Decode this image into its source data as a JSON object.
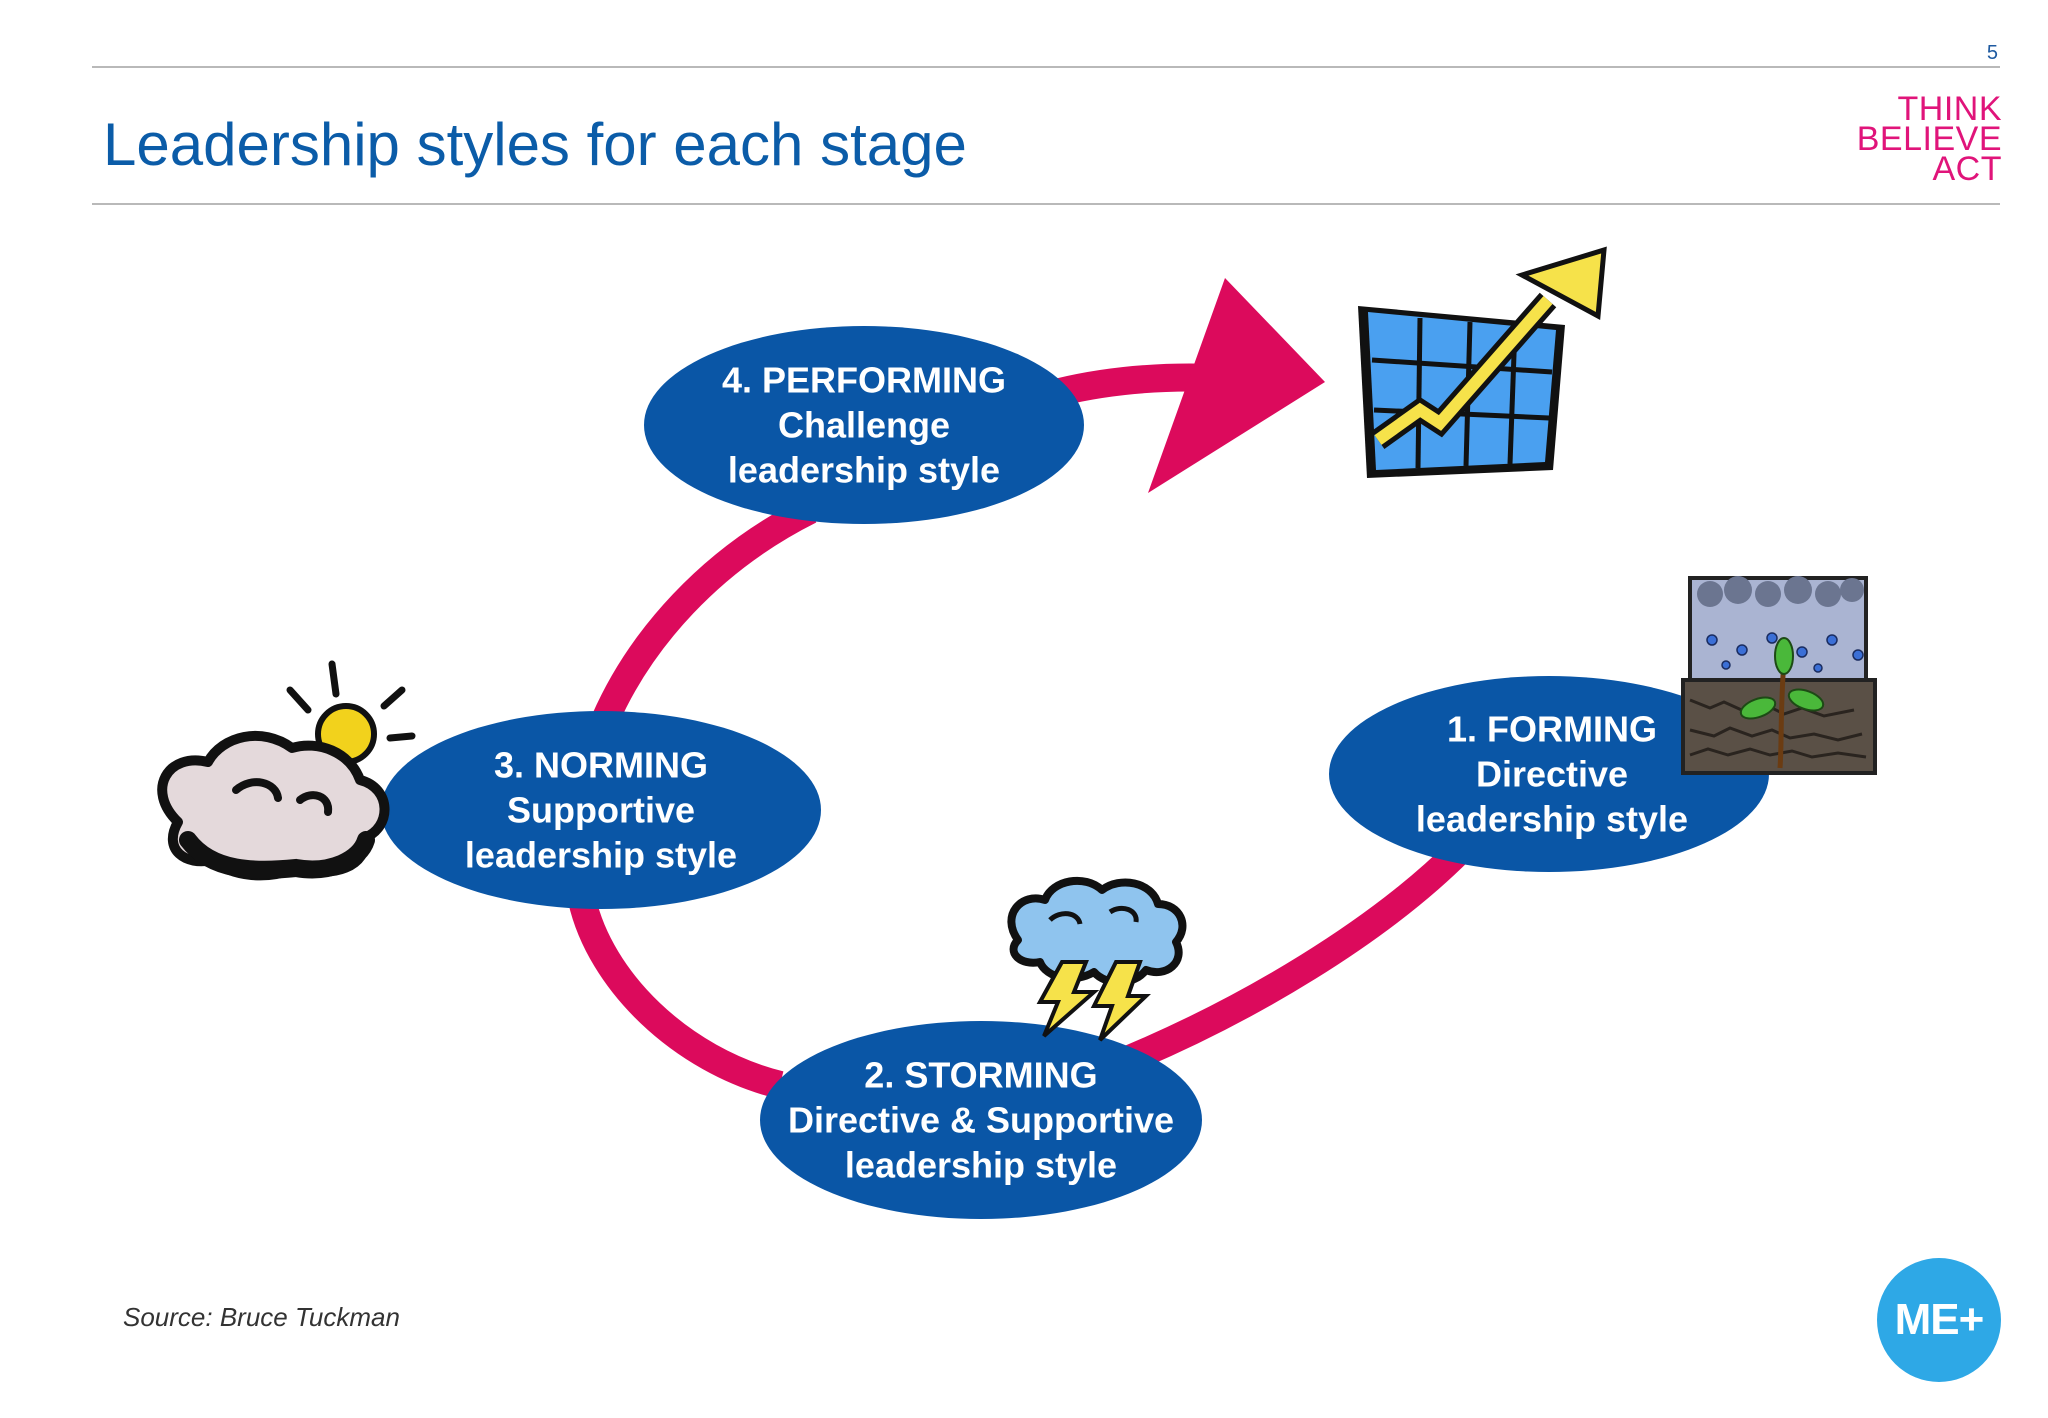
{
  "slide": {
    "page_number": "5",
    "title": "Leadership styles for each stage",
    "brand_lines": [
      "THINK",
      "BELIEVE",
      "ACT"
    ],
    "source": "Source: Bruce Tuckman",
    "logo_text": "ME+"
  },
  "stages": [
    {
      "title": "1. FORMING",
      "line2": "Directive",
      "line3": "leadership style",
      "icon": "seedling-in-rain-icon"
    },
    {
      "title": "2. STORMING",
      "line2": "Directive & Supportive",
      "line3": "leadership style",
      "icon": "storm-cloud-lightning-icon"
    },
    {
      "title": "3. NORMING",
      "line2": "Supportive",
      "line3": "leadership style",
      "icon": "sun-behind-cloud-icon"
    },
    {
      "title": "4. PERFORMING",
      "line2": "Challenge",
      "line3": "leadership style",
      "icon": "rising-chart-arrow-icon"
    }
  ],
  "colors": {
    "title": "#0b5ca8",
    "ellipse": "#0a56a6",
    "arrow": "#dc0a5c",
    "brand": "#e0147a",
    "logo": "#2ea8e6"
  }
}
